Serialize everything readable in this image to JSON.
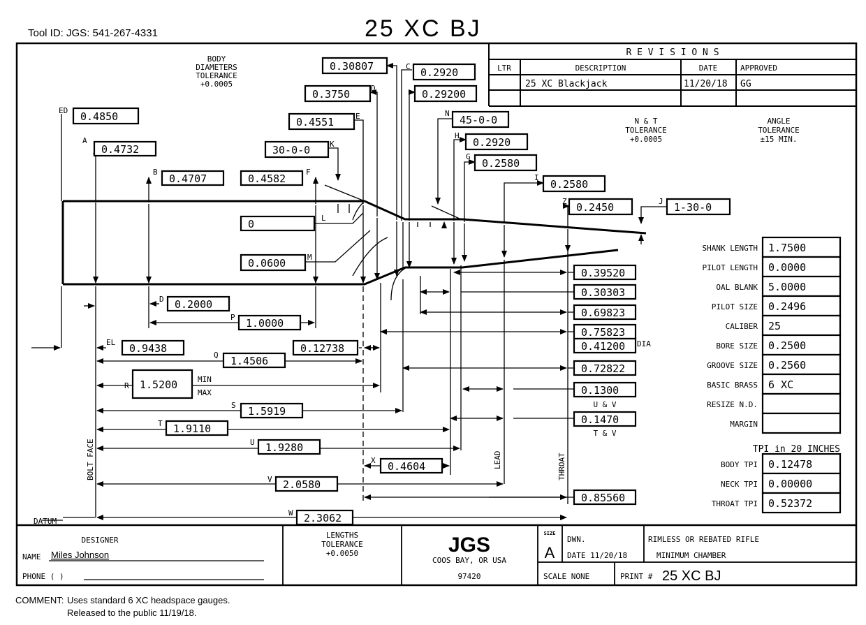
{
  "header": {
    "tool_id": "Tool ID: JGS: 541-267-4331",
    "title": "25 XC BJ"
  },
  "revisions": {
    "title": "R E V I S I O N S",
    "columns": [
      "LTR",
      "DESCRIPTION",
      "DATE",
      "APPROVED"
    ],
    "rows": [
      {
        "ltr": "",
        "description": "25 XC Blackjack",
        "date": "11/20/18",
        "approved": "GG"
      }
    ]
  },
  "notes": {
    "body_tol": [
      "BODY",
      "DIAMETERS",
      "TOLERANCE",
      "+0.0005"
    ],
    "nt_tol": [
      "N & T",
      "TOLERANCE",
      "+0.0005"
    ],
    "angle_tol": [
      "ANGLE",
      "TOLERANCE",
      "±15 MIN."
    ],
    "dia": "DIA",
    "uv": "U & V",
    "tv": "T & V",
    "min": "MIN",
    "max": "MAX",
    "bolt_face": "BOLT FACE",
    "lead": "LEAD",
    "throat": "THROAT",
    "datum": "DATUM"
  },
  "upper_dims": [
    {
      "label": "ED",
      "value": "0.4850"
    },
    {
      "label": "A",
      "value": "0.4732"
    },
    {
      "label": "B",
      "value": "0.4707"
    },
    {
      "label": "F",
      "value": "0.4582"
    },
    {
      "label": "K",
      "value": "30-0-0"
    },
    {
      "label": "E",
      "value": "0.4551"
    },
    {
      "label": "D",
      "value": "0.3750"
    },
    {
      "label": "",
      "value": "0.30807"
    },
    {
      "label": "C",
      "value": "0.2920"
    },
    {
      "label": "",
      "value": "0.29200"
    },
    {
      "label": "N",
      "value": "45-0-0"
    },
    {
      "label": "H",
      "value": "0.2920"
    },
    {
      "label": "G",
      "value": "0.2580"
    },
    {
      "label": "I",
      "value": "0.2580"
    },
    {
      "label": "Z",
      "value": "0.2450"
    },
    {
      "label": "J",
      "value": "1-30-0"
    },
    {
      "label": "L",
      "value": "0"
    },
    {
      "label": "M",
      "value": "0.0600"
    }
  ],
  "lower_dims": [
    {
      "label": "D",
      "value": "0.2000"
    },
    {
      "label": "P",
      "value": "1.0000"
    },
    {
      "label": "EL",
      "value": "0.9438"
    },
    {
      "label": "",
      "value": "0.12738"
    },
    {
      "label": "Q",
      "value": "1.4506"
    },
    {
      "label": "R",
      "value": "1.5200"
    },
    {
      "label": "S",
      "value": "1.5919"
    },
    {
      "label": "T",
      "value": "1.9110"
    },
    {
      "label": "U",
      "value": "1.9280"
    },
    {
      "label": "X",
      "value": "0.4604"
    },
    {
      "label": "V",
      "value": "2.0580"
    },
    {
      "label": "W",
      "value": "2.3062"
    }
  ],
  "right_dims": [
    "0.39520",
    "0.30303",
    "0.69823",
    "0.75823",
    "0.41200",
    "0.72822",
    "0.1300",
    "0.1470",
    "0.85560"
  ],
  "specs": [
    {
      "label": "SHANK LENGTH",
      "value": "1.7500"
    },
    {
      "label": "PILOT LENGTH",
      "value": "0.0000"
    },
    {
      "label": "OAL BLANK",
      "value": "5.0000"
    },
    {
      "label": "PILOT SIZE",
      "value": "0.2496"
    },
    {
      "label": "CALIBER",
      "value": "25"
    },
    {
      "label": "BORE SIZE",
      "value": "0.2500"
    },
    {
      "label": "GROOVE SIZE",
      "value": "0.2560"
    },
    {
      "label": "BASIC BRASS",
      "value": "6 XC"
    },
    {
      "label": "RESIZE N.D.",
      "value": ""
    },
    {
      "label": "MARGIN",
      "value": ""
    }
  ],
  "tpi": {
    "title": "TPI in 20 INCHES",
    "rows": [
      {
        "label": "BODY TPI",
        "value": "0.12478"
      },
      {
        "label": "NECK TPI",
        "value": "0.00000"
      },
      {
        "label": "THROAT TPI",
        "value": "0.52372"
      }
    ]
  },
  "title_block": {
    "designer_heading": "DESIGNER",
    "name_label": "NAME",
    "name": "Miles Johnson",
    "phone_label": "PHONE (     )",
    "lengths_tol": [
      "LENGTHS",
      "TOLERANCE",
      "+0.0050"
    ],
    "company": "JGS",
    "city": "COOS BAY, OR USA",
    "zip": "97420",
    "size_label": "SIZE",
    "size": "A",
    "dwn_label": "DWN.",
    "date": "DATE 11/20/18",
    "type_line1": "RIMLESS OR REBATED RIFLE",
    "type_line2": "MINIMUM CHAMBER",
    "scale": "SCALE  NONE",
    "print_label": "PRINT #",
    "print_value": "25 XC BJ"
  },
  "comment": {
    "label": "COMMENT:",
    "line1": "Uses standard 6 XC headspace gauges.",
    "line2": "Released to the public 11/19/18."
  }
}
